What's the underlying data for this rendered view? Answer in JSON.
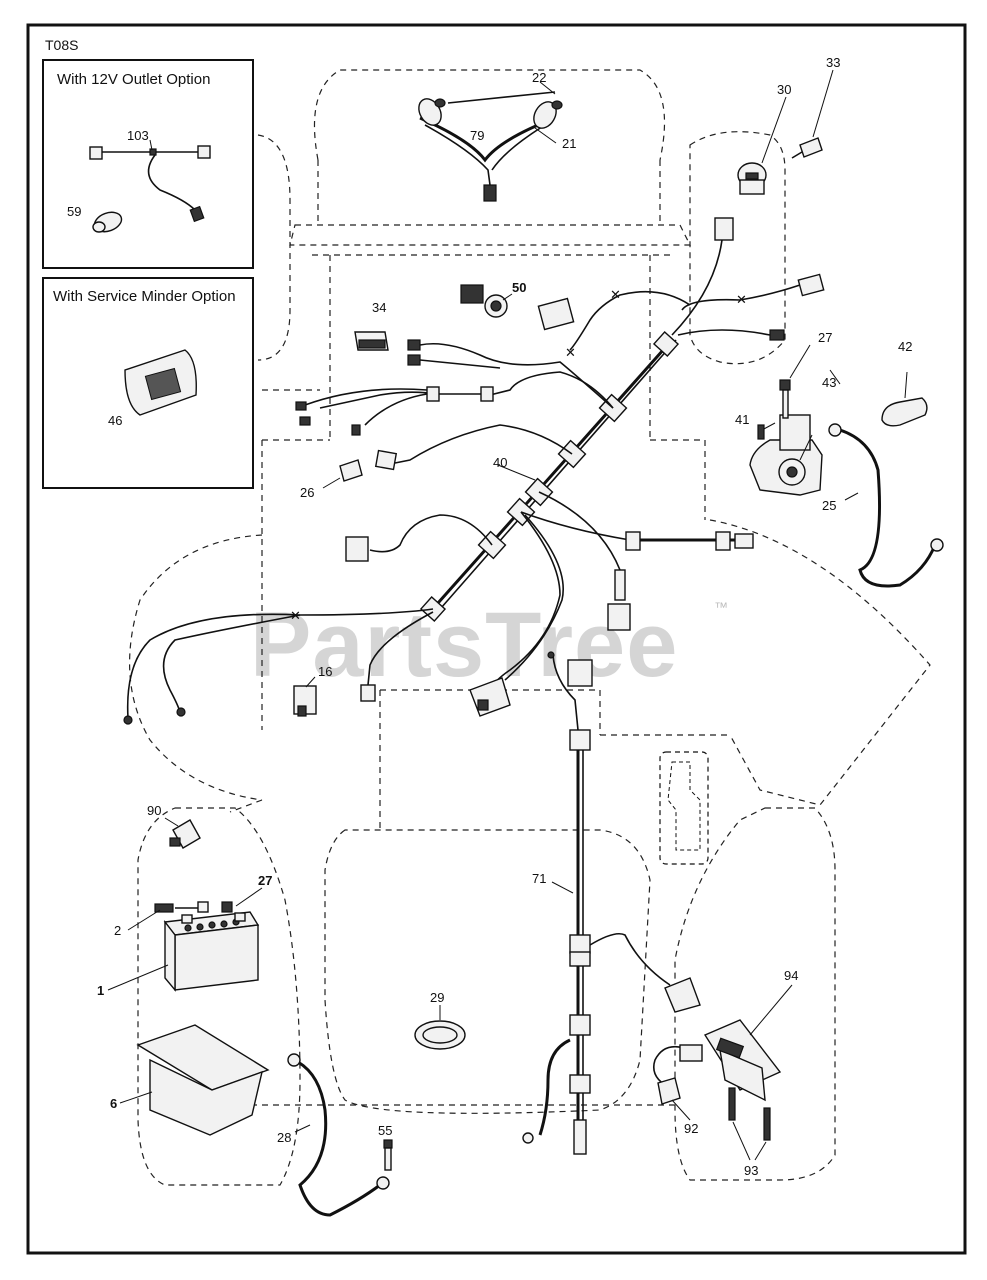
{
  "diagram": {
    "code": "T08S",
    "option_box_12v": {
      "title": "With 12V Outlet Option",
      "parts": [
        "103",
        "59"
      ]
    },
    "option_box_service_minder": {
      "title": "With Service Minder Option",
      "parts": [
        "46"
      ]
    },
    "watermark": "PartsTree",
    "trademark": "™",
    "callouts": {
      "p22": "22",
      "p79": "79",
      "p21": "21",
      "p30": "30",
      "p33": "33",
      "p50": "50",
      "p34": "34",
      "p27a": "27",
      "p42": "42",
      "p43": "43",
      "p41": "41",
      "p25": "25",
      "p40": "40",
      "p26": "26",
      "p16": "16",
      "p90": "90",
      "p27b": "27",
      "p2": "2",
      "p1": "1",
      "p6": "6",
      "p28": "28",
      "p55": "55",
      "p29": "29",
      "p71": "71",
      "p94": "94",
      "p92": "92",
      "p93": "93"
    }
  }
}
